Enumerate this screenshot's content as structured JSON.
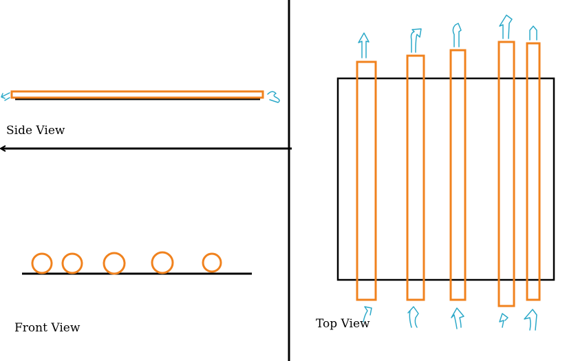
{
  "labels": {
    "side_view": "Side View",
    "front_view": "Front View",
    "top_view": "Top View"
  },
  "colors": {
    "tube": "#f0821e",
    "airflow": "#2aa8c8",
    "outline": "#000000",
    "background": "#ffffff"
  },
  "icons": {
    "airflow": "airflow-arrow-icon"
  },
  "counts": {
    "tubes": 5
  }
}
